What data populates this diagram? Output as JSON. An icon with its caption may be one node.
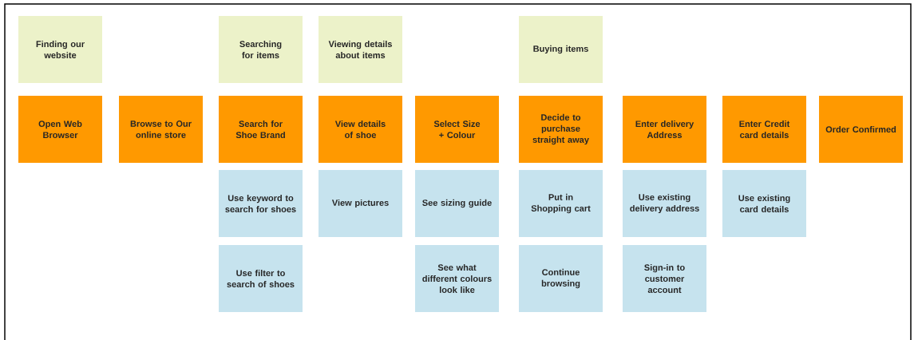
{
  "diagram": {
    "nodes": [
      {
        "text": [
          "Finding our website"
        ]
      },
      {
        "text": [
          "Searching for items"
        ]
      },
      {
        "text": [
          "Viewing details about items"
        ]
      },
      {
        "text": [
          "Buying items"
        ]
      },
      {
        "text": [
          "Open Web Browser"
        ]
      },
      {
        "text": [
          "Browse to Our online store"
        ]
      },
      {
        "text": [
          "Search for Shoe Brand"
        ]
      },
      {
        "text": [
          "View details of shoe"
        ]
      },
      {
        "text": [
          "Select Size + Colour"
        ]
      },
      {
        "text": [
          "Decide to purchase straight away"
        ]
      },
      {
        "text": [
          "Enter delivery Address"
        ]
      },
      {
        "text": [
          "Enter Credit card details"
        ]
      },
      {
        "text": [
          "Order Confirmed"
        ]
      },
      {
        "text": [
          "Use keyword to search for shoes"
        ]
      },
      {
        "text": [
          "View pictures"
        ]
      },
      {
        "text": [
          "See sizing guide"
        ]
      },
      {
        "text": [
          "Put in Shopping cart"
        ]
      },
      {
        "text": [
          "Use existing delivery address"
        ]
      },
      {
        "text": [
          "Use existing card details"
        ]
      },
      {
        "text": [
          "Use filter to search of shoes"
        ]
      },
      {
        "text": [
          "See what different colours look like"
        ]
      },
      {
        "text": [
          "Continue browsing"
        ]
      },
      {
        "text": [
          "Sign-in to customer account"
        ]
      }
    ]
  }
}
